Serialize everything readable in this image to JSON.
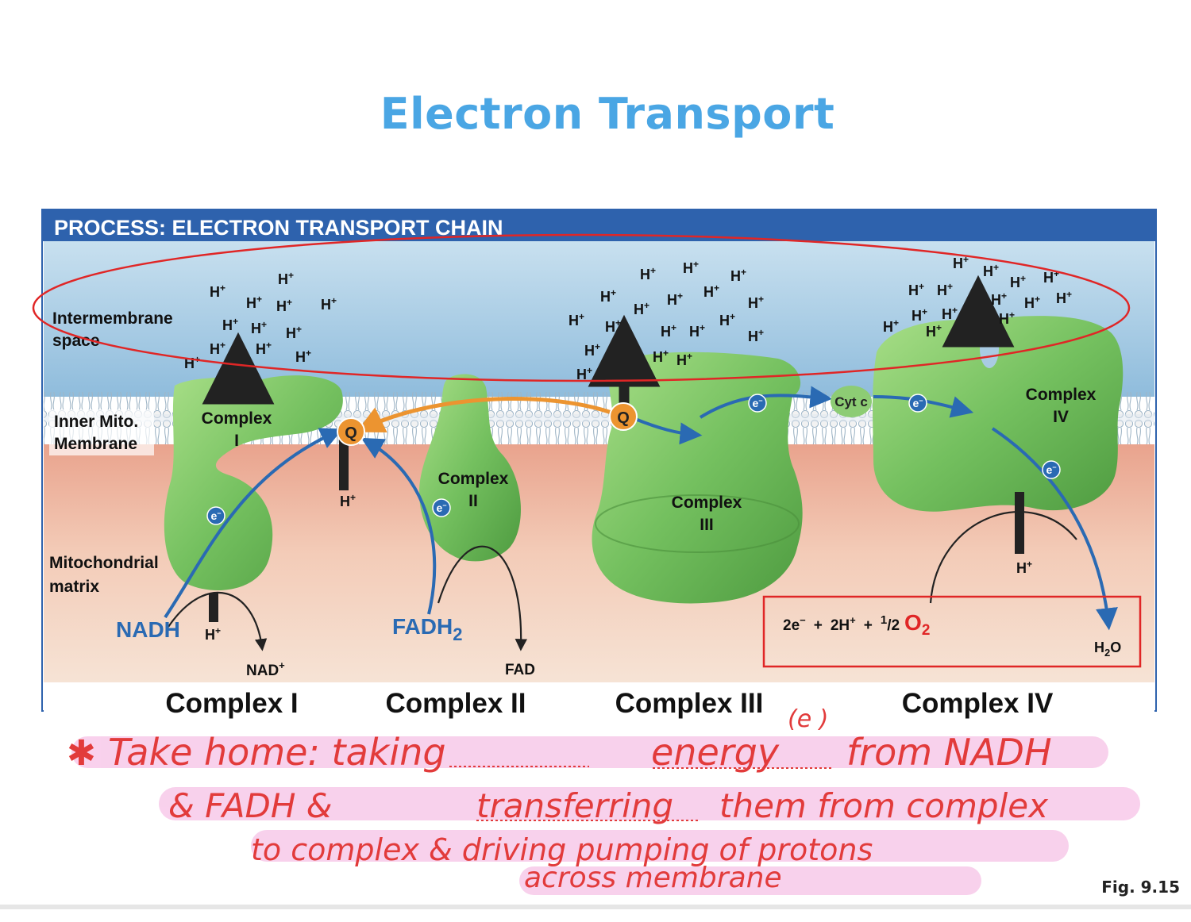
{
  "slide": {
    "title": "Electron Transport",
    "fig_label": "Fig. 9.15"
  },
  "diagram": {
    "header": "PROCESS: ELECTRON TRANSPORT CHAIN",
    "region_labels": {
      "intermembrane_1": "Intermembrane",
      "intermembrane_2": "space",
      "inner_1": "Inner Mito.",
      "inner_2": "Membrane",
      "matrix_1": "Mitochondrial",
      "matrix_2": "matrix"
    },
    "complex_labels": {
      "c1_line1": "Complex",
      "c1_line2": "I",
      "c2_line1": "Complex",
      "c2_line2": "II",
      "c3_line1": "Complex",
      "c3_line2": "III",
      "c4_line1": "Complex",
      "c4_line2": "IV"
    },
    "molecules": {
      "nadh": "NADH",
      "nad": "NAD",
      "nad_sup": "+",
      "fadh_main": "FADH",
      "fadh_sub": "2",
      "fad": "FAD",
      "q": "Q",
      "cytc": "Cyt c",
      "electron": "e",
      "electron_sup": "−",
      "proton": "H",
      "proton_sup": "+"
    },
    "reaction": {
      "part1": "2e",
      "part1_sup": "−",
      "plus1": "+",
      "part2": "2H",
      "part2_sup": "+",
      "plus2": "+",
      "half_num": "1",
      "half_den": "/2",
      "o2_main": "O",
      "o2_sub": "2",
      "water_main": "H",
      "water_sub": "2",
      "water_end": "O"
    },
    "bottom_labels": [
      "Complex I",
      "Complex II",
      "Complex III",
      "Complex IV"
    ]
  },
  "annotation": {
    "line1a": "Take home: taking",
    "line1b": "energy",
    "line1c": "from NADH",
    "superscript": "(e )",
    "line2a": "& FADH &",
    "line2b": "transferring",
    "line2c": "them from complex",
    "line3": "to complex & driving pumping of protons",
    "line4": "across membrane"
  },
  "colors": {
    "title_blue": "#4aa6e4",
    "header_bar": "#2e62ad",
    "intermembrane": "#a9cbe3",
    "matrix": "#f0c9b2",
    "protein_green": "#7ec766",
    "ink_red": "#e23b3b",
    "highlight_pink": "#f7c6e8",
    "electron_blue": "#2a6ab3",
    "q_orange": "#ec9430"
  }
}
